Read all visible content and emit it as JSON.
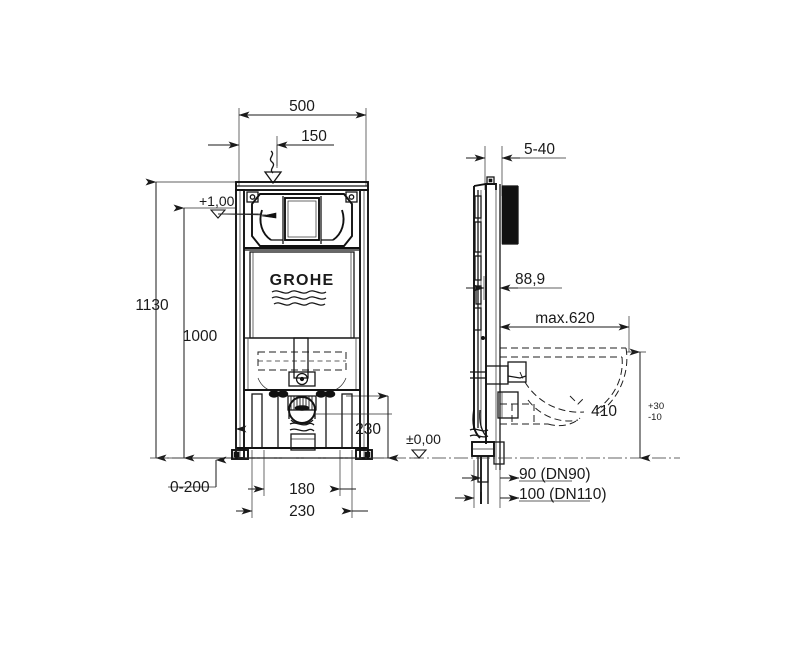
{
  "drawing": {
    "title": "GROHE concealed cistern installation frame — dimensioned technical drawing",
    "product_logo": "GROHE",
    "background_color": "#ffffff",
    "line_color": "#1a1a1a",
    "views": {
      "front": {
        "name": "front-elevation",
        "logo_text": "GROHE"
      },
      "side": {
        "name": "side-elevation"
      }
    },
    "dimensions": {
      "front": {
        "overall_width": "500",
        "inlet_offset": "150",
        "level_upper": "+1,00",
        "total_height": "1130",
        "frame_height": "1000",
        "foot_adjust": "0-200",
        "outlet_width_inner": "180",
        "outlet_width_outer": "230",
        "outlet_height": "230"
      },
      "side": {
        "plate_depth": "5-40",
        "frame_depth": "88,9",
        "bowl_projection": "max.620",
        "bowl_height": "410",
        "bowl_height_tol_upper": "+30",
        "bowl_height_tol_lower": "-10",
        "level_zero": "±0,00",
        "drain_90": "90 (DN90)",
        "drain_100": "100 (DN110)"
      }
    },
    "symbols": {
      "water_inlet": "water-inlet-squiggle-arrow",
      "level_marker_upper": "level-triangle-marker",
      "level_marker_zero": "level-triangle-marker"
    }
  }
}
